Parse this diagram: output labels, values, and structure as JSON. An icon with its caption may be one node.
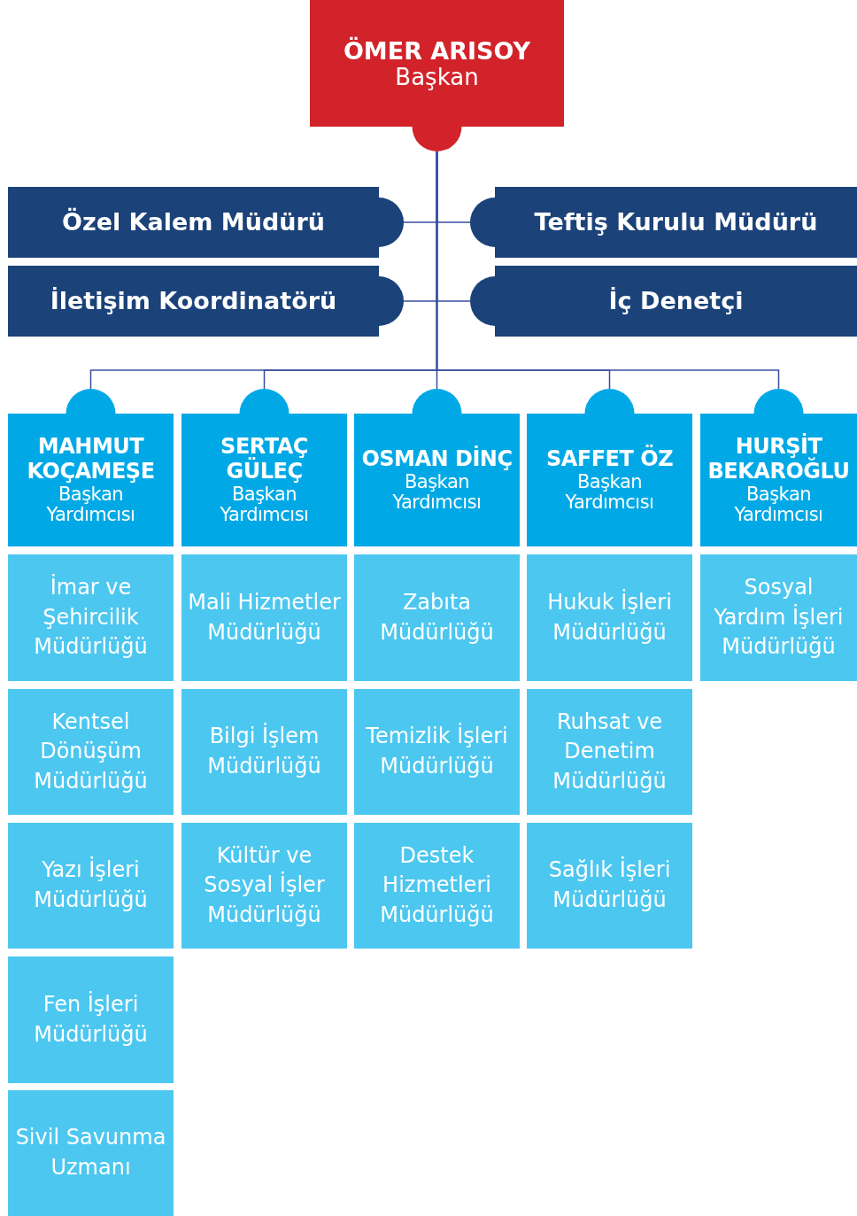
{
  "diagram": {
    "nodes": [
      {
        "text": [
          "ÖMER ARISOY",
          "Başkan"
        ]
      },
      {
        "text": [
          "Özel Kalem Müdürü"
        ]
      },
      {
        "text": [
          "Teftiş Kurulu Müdürü"
        ]
      },
      {
        "text": [
          "İletişim Koordinatörü"
        ]
      },
      {
        "text": [
          "İç Denetçi"
        ]
      },
      {
        "text": [
          "MAHMUT KOÇAMEŞE",
          "Başkan Yardımcısı"
        ]
      },
      {
        "text": [
          "SERTAÇ GÜLEÇ",
          "Başkan Yardımcısı"
        ]
      },
      {
        "text": [
          "OSMAN DİNÇ",
          "Başkan Yardımcısı"
        ]
      },
      {
        "text": [
          "SAFFET ÖZ",
          "Başkan Yardımcısı"
        ]
      },
      {
        "text": [
          "HURŞİT BEKAROĞLU",
          "Başkan Yardımcısı"
        ]
      },
      {
        "text": [
          "İmar ve Şehircilik Müdürlüğü"
        ]
      },
      {
        "text": [
          "Mali Hizmetler Müdürlüğü"
        ]
      },
      {
        "text": [
          "Zabıta Müdürlüğü"
        ]
      },
      {
        "text": [
          "Hukuk İşleri Müdürlüğü"
        ]
      },
      {
        "text": [
          "Sosyal Yardım İşleri Müdürlüğü"
        ]
      },
      {
        "text": [
          "Kentsel Dönüşüm Müdürlüğü"
        ]
      },
      {
        "text": [
          "Bilgi İşlem Müdürlüğü"
        ]
      },
      {
        "text": [
          "Temizlik İşleri Müdürlüğü"
        ]
      },
      {
        "text": [
          "Ruhsat ve Denetim Müdürlüğü"
        ]
      },
      {
        "text": [
          "Yazı İşleri Müdürlüğü"
        ]
      },
      {
        "text": [
          "Kültür ve Sosyal İşler Müdürlüğü"
        ]
      },
      {
        "text": [
          "Destek Hizmetleri Müdürlüğü"
        ]
      },
      {
        "text": [
          "Sağlık İşleri Müdürlüğü"
        ]
      },
      {
        "text": [
          "Fen İşleri Müdürlüğü"
        ]
      },
      {
        "text": [
          "Sivil Savunma Uzmanı"
        ]
      }
    ],
    "edges": [
      {
        "from": 0,
        "to": 1,
        "arrow": "none"
      },
      {
        "from": 0,
        "to": 2,
        "arrow": "none"
      },
      {
        "from": 0,
        "to": 3,
        "arrow": "none"
      },
      {
        "from": 0,
        "to": 4,
        "arrow": "none"
      },
      {
        "from": 0,
        "to": 5,
        "arrow": "none"
      },
      {
        "from": 0,
        "to": 6,
        "arrow": "none"
      },
      {
        "from": 0,
        "to": 7,
        "arrow": "none"
      },
      {
        "from": 0,
        "to": 8,
        "arrow": "none"
      },
      {
        "from": 0,
        "to": 9,
        "arrow": "none"
      }
    ]
  }
}
